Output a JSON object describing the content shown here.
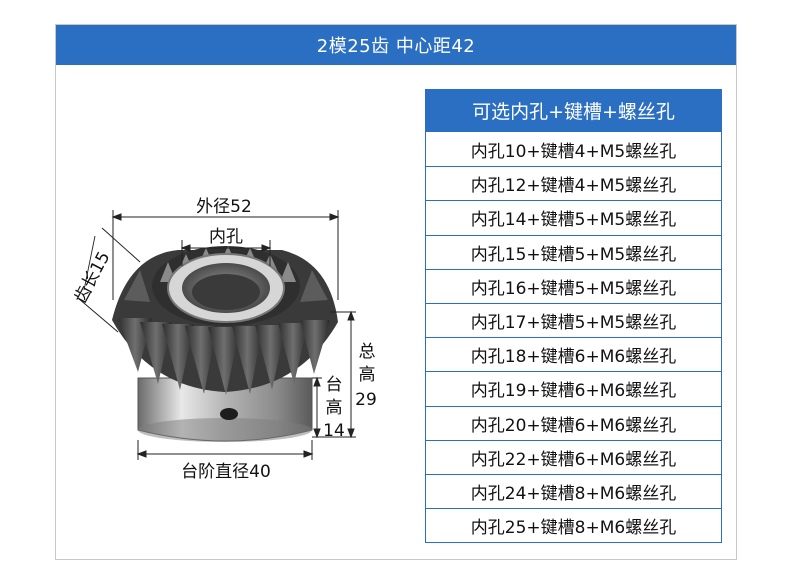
{
  "header": {
    "title": "2模25齿  中心距42"
  },
  "table": {
    "title": "可选内孔+键槽+螺丝孔",
    "rows": [
      "内孔10+键槽4+M5螺丝孔",
      "内孔12+键槽4+M5螺丝孔",
      "内孔14+键槽5+M5螺丝孔",
      "内孔15+键槽5+M5螺丝孔",
      "内孔16+键槽5+M5螺丝孔",
      "内孔17+键槽5+M5螺丝孔",
      "内孔18+键槽6+M6螺丝孔",
      "内孔19+键槽6+M6螺丝孔",
      "内孔20+键槽6+M6螺丝孔",
      "内孔22+键槽6+M6螺丝孔",
      "内孔24+键槽8+M6螺丝孔",
      "内孔25+键槽8+M6螺丝孔"
    ]
  },
  "diagram": {
    "outer_diameter_label": "外径52",
    "bore_label": "内孔",
    "tooth_length_label": "齿长15",
    "total_height_label_1": "总",
    "total_height_label_2": "高",
    "total_height_value": "29",
    "hub_height_label_1": "台",
    "hub_height_label_2": "高",
    "hub_height_value": "14",
    "hub_diameter_label": "台阶直径40"
  },
  "colors": {
    "accent": "#2b6fc2"
  }
}
